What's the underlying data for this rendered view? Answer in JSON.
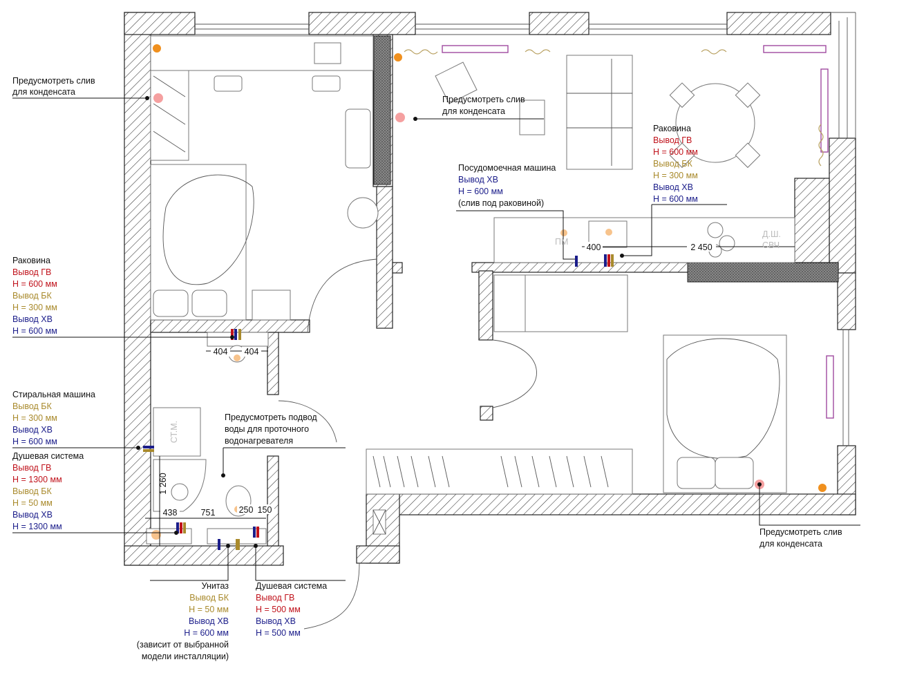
{
  "colors": {
    "hot": "#c0121b",
    "bk": "#a98a2c",
    "cold": "#1b1d8a",
    "text": "#111111",
    "drain_orange": "#f0901e",
    "drain_pink": "#f5a0a0",
    "outlet_peach": "#f7c38c",
    "radiator": "#a04aa0",
    "curtain": "#b8a060"
  },
  "notes": {
    "condensate_tl": [
      "Предусмотреть слив",
      "для конденсата"
    ],
    "condensate_top": [
      "Предусмотреть слив",
      "для конденсата"
    ],
    "condensate_br": [
      "Предусмотреть слив",
      "для конденсата"
    ],
    "heater": [
      "Предусмотреть подвод",
      "воды для проточного",
      "водонагревателя"
    ]
  },
  "kitchen_sink": {
    "title": "Раковина",
    "gv": "Вывод ГВ",
    "gv_h": "Н = 600 мм",
    "bk": "Вывод БК",
    "bk_h": "Н = 300 мм",
    "hv": "Вывод ХВ",
    "hv_h": "Н = 600 мм"
  },
  "dishwasher": {
    "title": "Посудомоечная машина",
    "hv": "Вывод ХВ",
    "hv_h": "Н = 600 мм",
    "note": "(слив под раковиной)"
  },
  "bath_sink": {
    "title": "Раковина",
    "gv": "Вывод ГВ",
    "gv_h": "Н = 600 мм",
    "bk": "Вывод БК",
    "bk_h": "Н = 300 мм",
    "hv": "Вывод ХВ",
    "hv_h": "Н = 600 мм"
  },
  "washer": {
    "title": "Стиральная машина",
    "bk": "Вывод БК",
    "bk_h": "Н = 300 мм",
    "hv": "Вывод ХВ",
    "hv_h": "Н = 600 мм"
  },
  "shower_left": {
    "title": "Душевая система",
    "gv": "Вывод ГВ",
    "gv_h": "Н = 1300 мм",
    "bk": "Вывод БК",
    "bk_h": "Н = 50 мм",
    "hv": "Вывод ХВ",
    "hv_h": "Н = 1300 мм"
  },
  "toilet": {
    "title": "Унитаз",
    "bk": "Вывод БК",
    "bk_h": "Н = 50 мм",
    "hv": "Вывод ХВ",
    "hv_h": "Н = 600 мм",
    "note1": "(зависит от выбранной",
    "note2": "модели инсталляции)"
  },
  "shower_right": {
    "title": "Душевая система",
    "gv": "Вывод ГВ",
    "gv_h": "Н = 500 мм",
    "hv": "Вывод ХВ",
    "hv_h": "Н = 500 мм"
  },
  "dims": {
    "d400": "400",
    "d2450": "2 450",
    "d404a": "404",
    "d404b": "404",
    "d1260": "1 260",
    "d438": "438",
    "d751": "751",
    "d250": "250",
    "d150": "150"
  },
  "appliances": {
    "dishwasher_abbr": "ПМ",
    "dw_mw": "Д.Ш.",
    "microwave": "СВЧ",
    "washer_abbr": "СТ.М."
  }
}
